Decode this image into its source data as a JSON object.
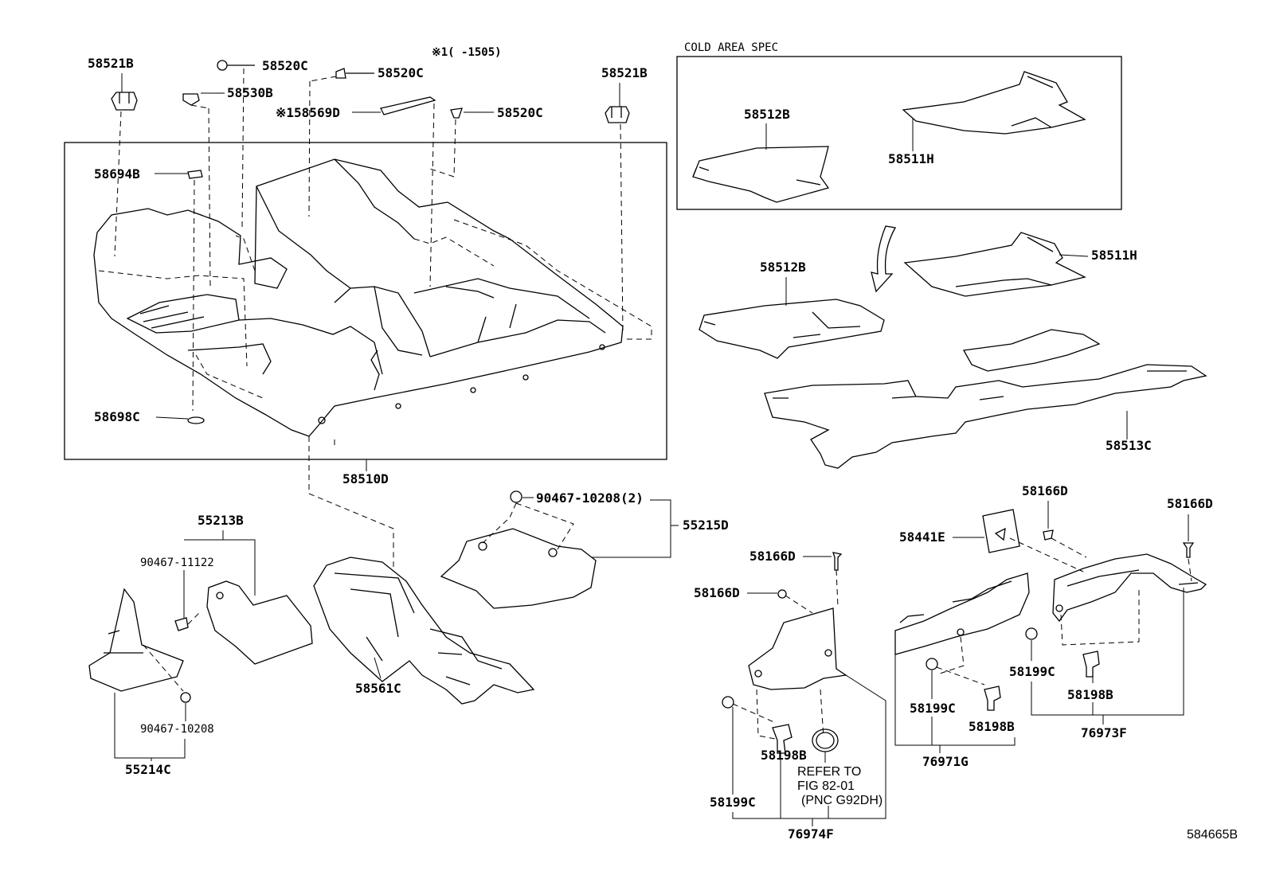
{
  "header": {
    "note_range": "※1(    -1505)",
    "cold_area_spec": "COLD AREA SPEC"
  },
  "labels": {
    "p58521B_l": "58521B",
    "p58520C_a": "58520C",
    "p58520C_b": "58520C",
    "p58530B": "58530B",
    "p58569D": "※158569D",
    "p58520C_c": "58520C",
    "p58521B_r": "58521B",
    "p58694B": "58694B",
    "p58698C": "58698C",
    "p58510D": "58510D",
    "p58512B_cold": "58512B",
    "p58511H_cold": "58511H",
    "p58512B": "58512B",
    "p58511H": "58511H",
    "p58513C": "58513C",
    "p90467_10208_2": "90467-10208(2)",
    "p55215D": "55215D",
    "p55213B": "55213B",
    "p90467_11122": "90467-11122",
    "p90467_10208": "90467-10208",
    "p55214C": "55214C",
    "p58561C": "58561C",
    "p58166D_a": "58166D",
    "p58166D_b": "58166D",
    "p58166D_c": "58166D",
    "p58166D_d": "58166D",
    "p58441E": "58441E",
    "p58199C_a": "58199C",
    "p58198B_a": "58198B",
    "p58199C_b": "58199C",
    "p58198B_b": "58198B",
    "p58199C_c": "58199C",
    "p58198B_c": "58198B",
    "p76971G": "76971G",
    "p76973F": "76973F",
    "p76974F": "76974F",
    "refer_line1": "REFER TO",
    "refer_line2": "FIG 82-01",
    "refer_line3": "(PNC G92DH)"
  },
  "footer": {
    "diagram_id": "584665B"
  }
}
